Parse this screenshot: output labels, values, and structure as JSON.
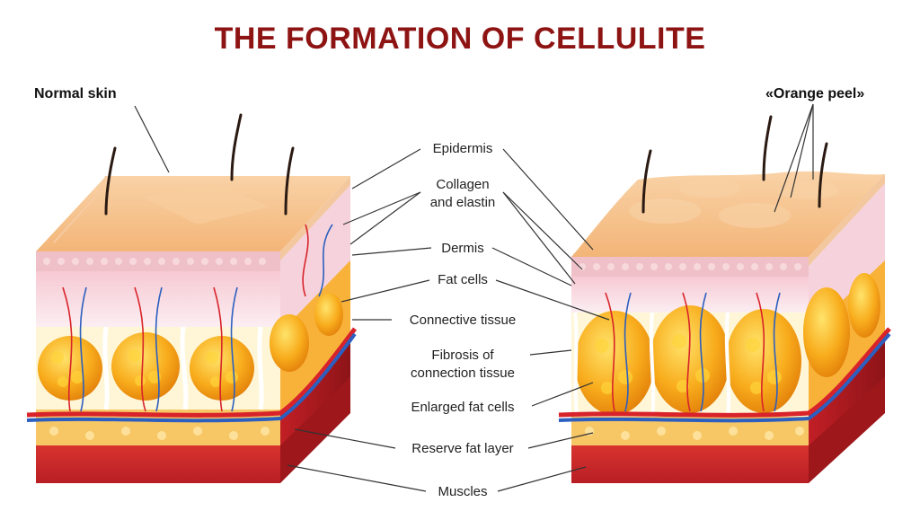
{
  "title": "THE FORMATION OF CELLULITE",
  "left_panel": {
    "label": "Normal skin"
  },
  "right_panel": {
    "label": "«Orange peel»"
  },
  "labels": {
    "epidermis": "Epidermis",
    "collagen_line1": "Collagen",
    "collagen_line2": "and elastin",
    "dermis": "Dermis",
    "fat_cells": "Fat cells",
    "connective_tissue": "Connective tissue",
    "fibrosis_line1": "Fibrosis of",
    "fibrosis_line2": "connection tissue",
    "enlarged_fat_cells": "Enlarged fat cells",
    "reserve_fat_layer": "Reserve fat layer",
    "muscles": "Muscles"
  },
  "colors": {
    "title": "#8e1414",
    "epidermis": "#f6c48f",
    "dermis": "#f7dfe6",
    "fat": "#f7a81a",
    "muscle": "#c9252b",
    "artery": "#d8232a",
    "vein": "#2c5fbf"
  }
}
